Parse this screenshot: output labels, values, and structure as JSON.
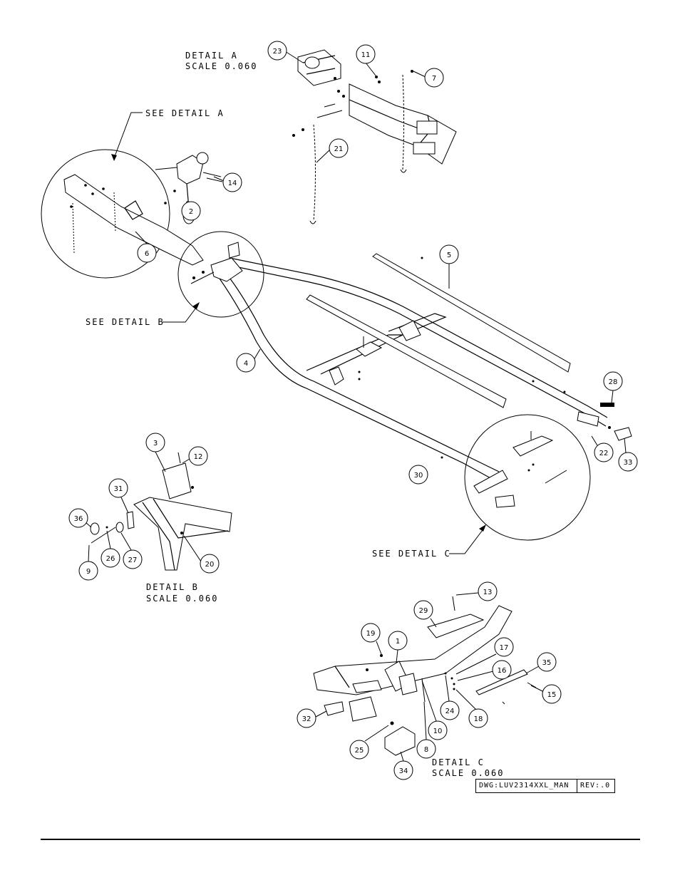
{
  "labels": {
    "detail_a": "DETAIL  A",
    "detail_b": "DETAIL  B",
    "detail_c": "DETAIL  C",
    "scale": "SCALE  0.060",
    "see_detail_a": "SEE DETAIL  A",
    "see_detail_b": "SEE DETAIL  B",
    "see_detail_c": "SEE DETAIL  C"
  },
  "title_block": {
    "dwg": "DWG:LUV2314XXL_MAN",
    "rev": "REV:.0"
  },
  "callouts": [
    "1",
    "2",
    "3",
    "4",
    "5",
    "6",
    "7",
    "8",
    "9",
    "10",
    "11",
    "12",
    "13",
    "14",
    "15",
    "16",
    "17",
    "18",
    "19",
    "20",
    "21",
    "22",
    "23",
    "24",
    "25",
    "26",
    "27",
    "28",
    "29",
    "30",
    "31",
    "32",
    "33",
    "34",
    "35",
    "36"
  ]
}
